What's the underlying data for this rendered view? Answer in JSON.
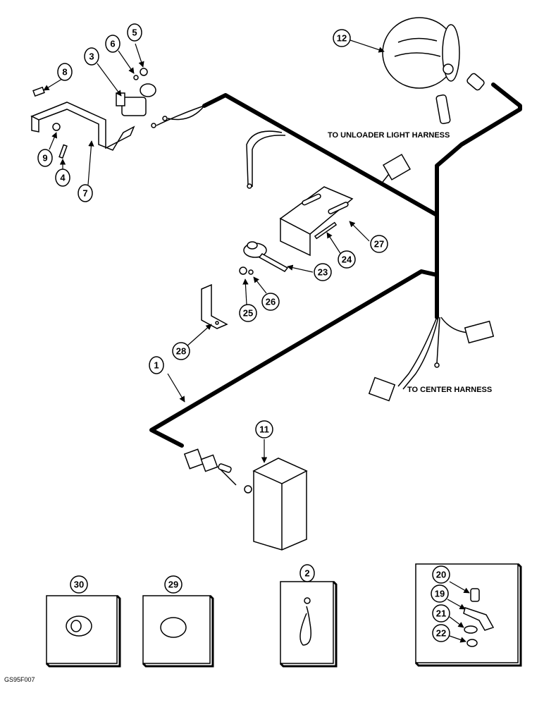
{
  "notes": {
    "unloader": "TO UNLOADER LIGHT HARNESS",
    "center": "TO CENTER HARNESS",
    "figure_code": "GS95F007"
  },
  "callouts": {
    "c1": "1",
    "c2": "2",
    "c3": "3",
    "c4": "4",
    "c5": "5",
    "c6": "6",
    "c7": "7",
    "c8": "8",
    "c9": "9",
    "c11": "11",
    "c12": "12",
    "c19": "19",
    "c20": "20",
    "c21": "21",
    "c22": "22",
    "c23": "23",
    "c24": "24",
    "c25": "25",
    "c26": "26",
    "c27": "27",
    "c28": "28",
    "c29": "29",
    "c30": "30"
  }
}
